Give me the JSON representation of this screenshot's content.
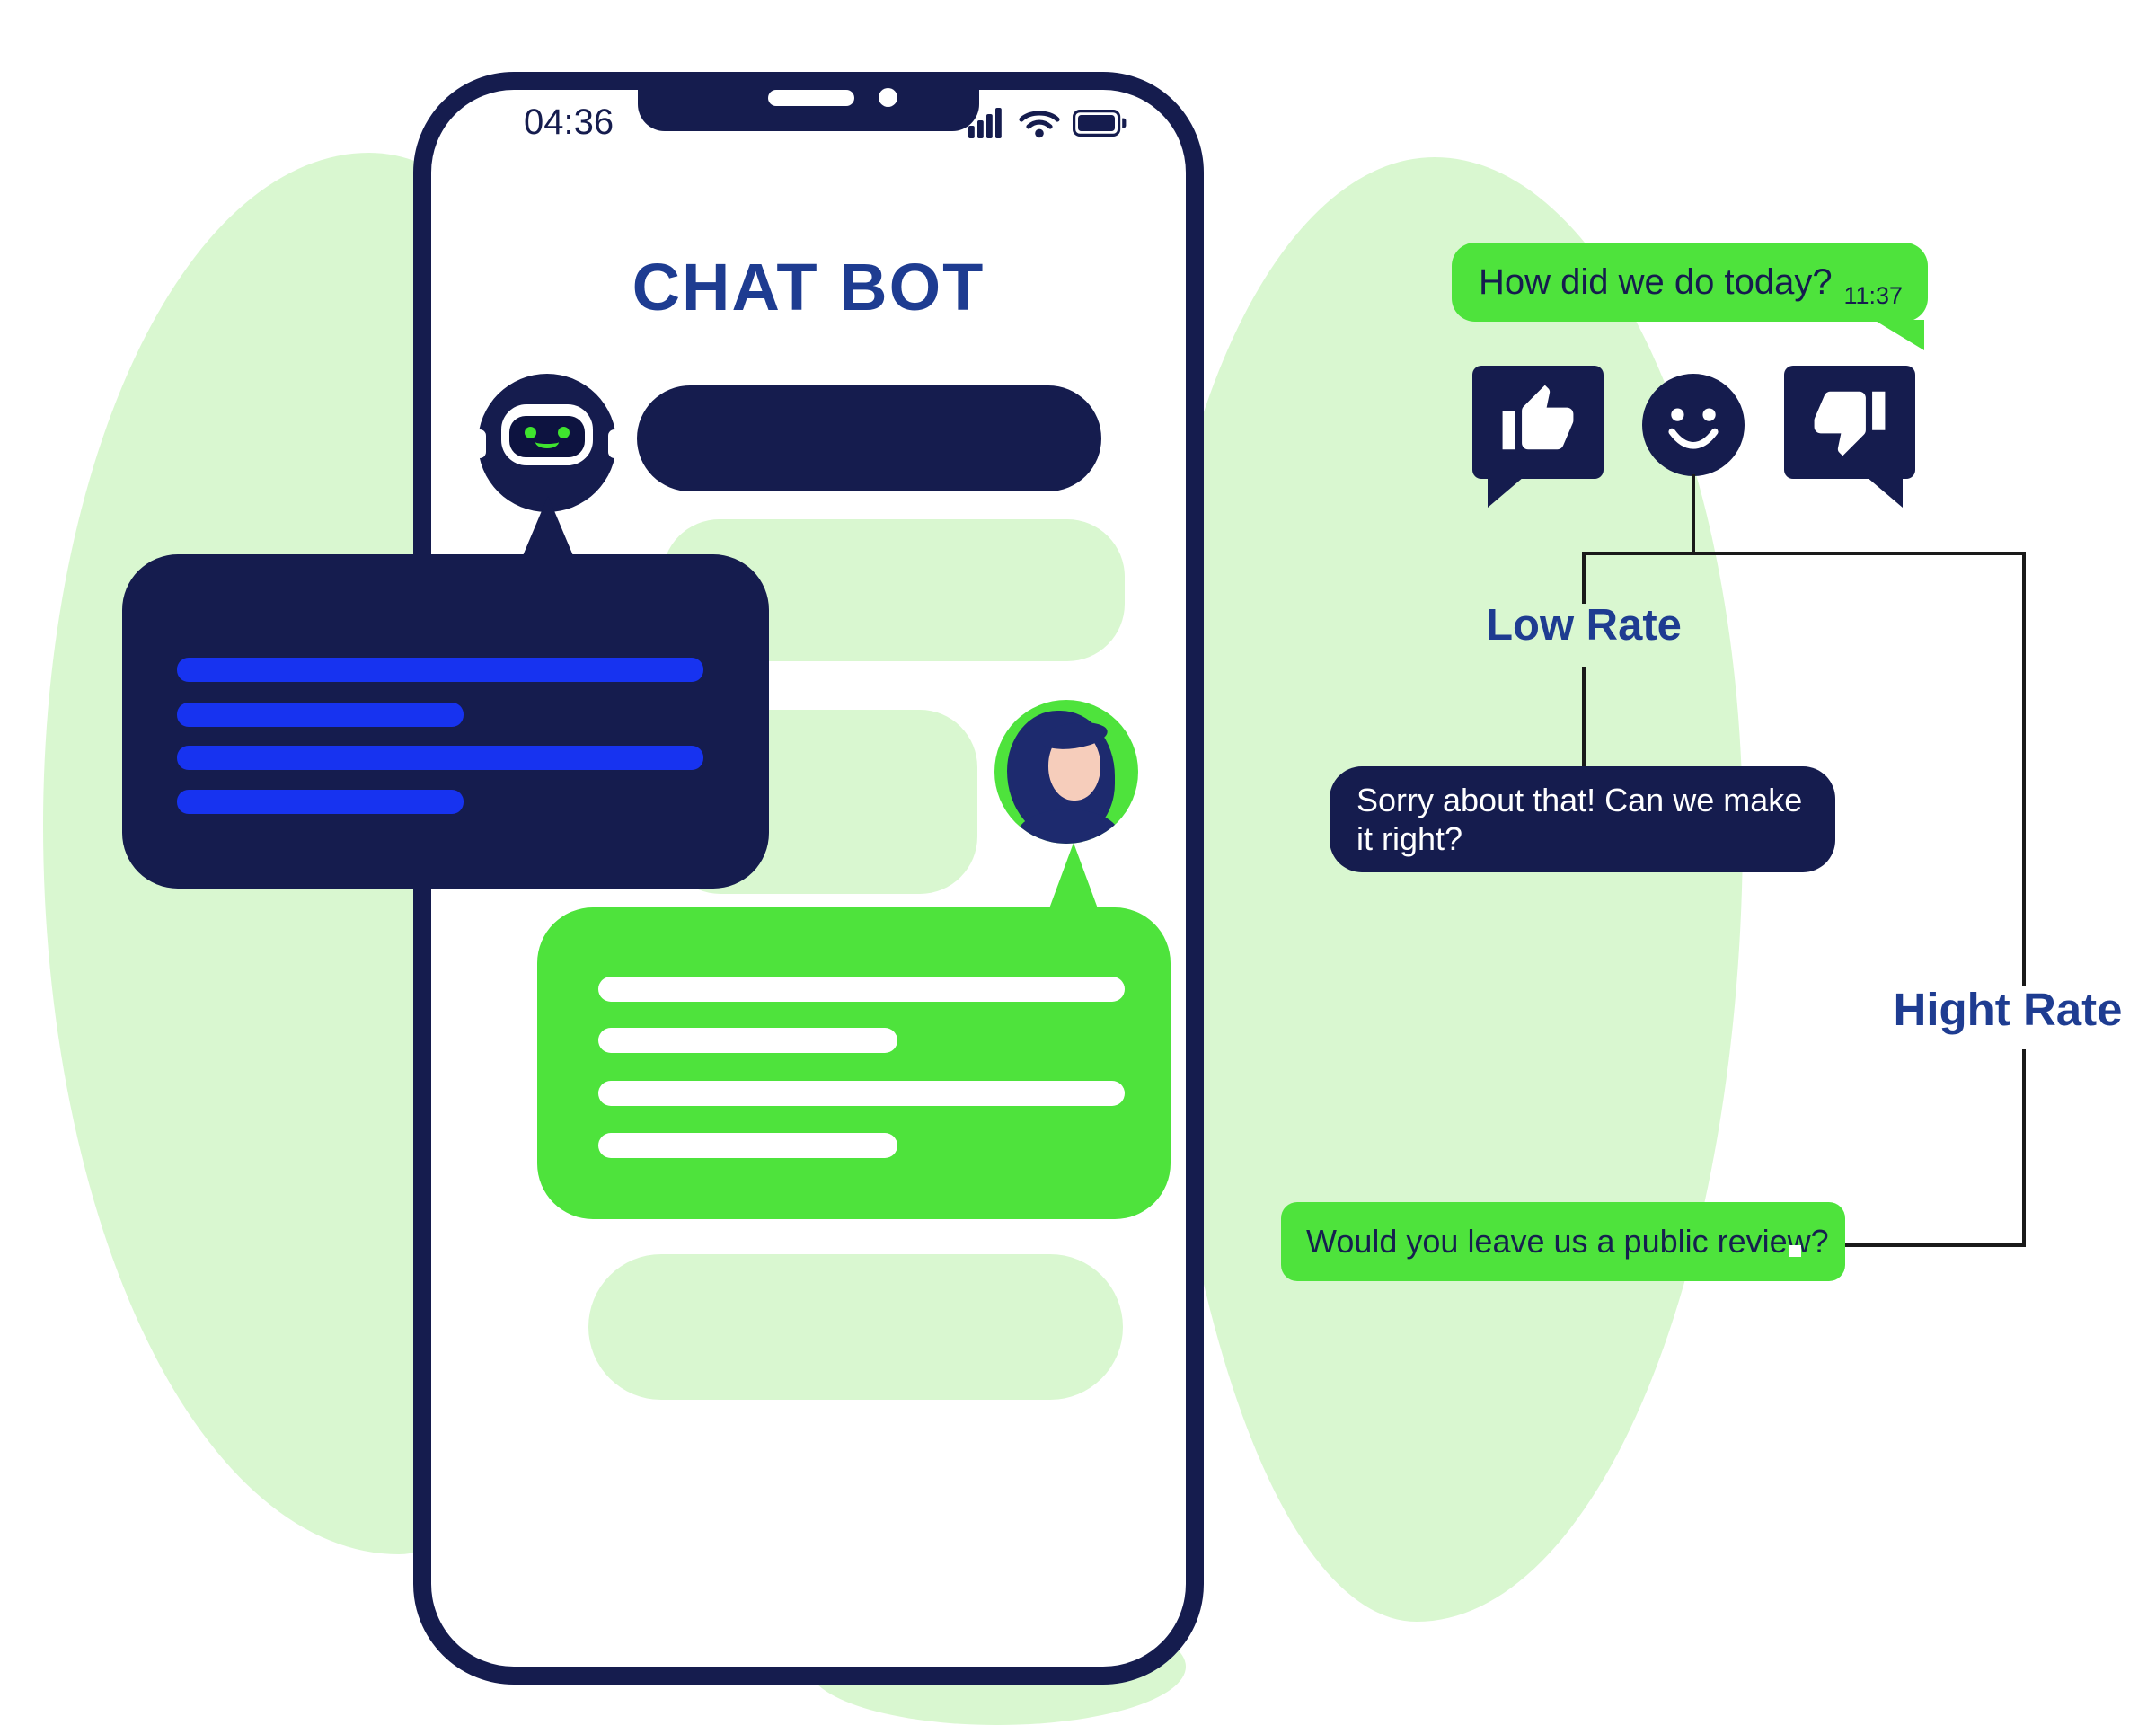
{
  "phone": {
    "status": {
      "time": "04:36"
    },
    "title": "CHAT BOT"
  },
  "rating_flow": {
    "question_bubble": {
      "text": "How did we do today?",
      "time": "11:37"
    },
    "low_rate": {
      "label": "Low Rate",
      "response": "Sorry about that! Can we make it right?"
    },
    "high_rate": {
      "label": "Hight Rate",
      "response": "Would you leave us a public review?"
    }
  },
  "icons": {
    "status_bar": [
      "signal-icon",
      "wifi-icon",
      "battery-icon"
    ],
    "rating_buttons": [
      "thumbs-up-icon",
      "smiley-icon",
      "thumbs-down-icon"
    ],
    "avatars": [
      "robot-avatar",
      "user-avatar"
    ]
  },
  "colors": {
    "navy": "#151c4e",
    "heading_blue": "#1e3c91",
    "text_line_blue": "#1733f0",
    "green": "#4ee33c",
    "light_green": "#d9f7d0",
    "robot_accent_green": "#3fe52e"
  }
}
